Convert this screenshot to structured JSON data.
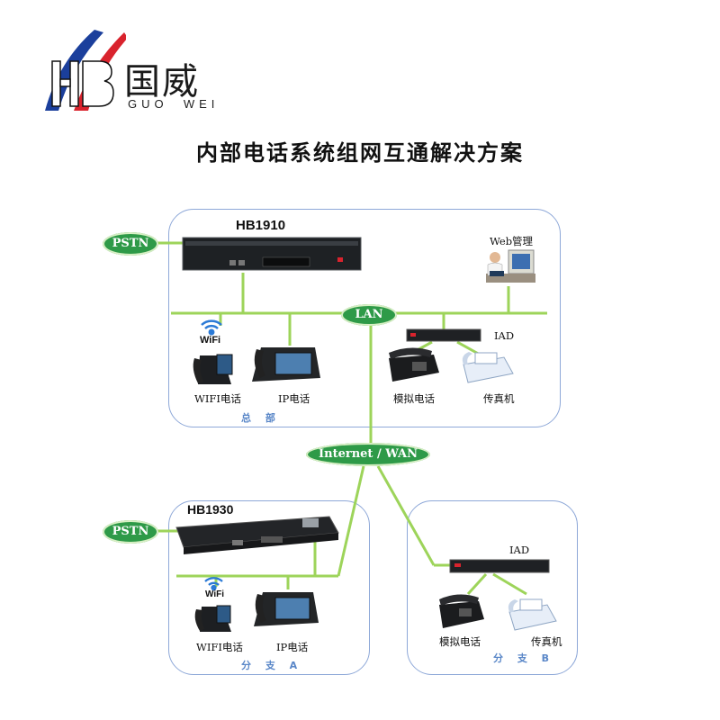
{
  "logo": {
    "cn": "国威",
    "en": "GUO  WEI"
  },
  "title": "内部电话系统组网互通解决方案",
  "headquarters": {
    "name": "总 部",
    "pbx": "HB1910",
    "pstn": "PSTN",
    "lan": "LAN",
    "web_mgmt": "Web管理",
    "wifi_text": "WiFi",
    "wifi_phone": "WIFI电话",
    "ip_phone": "IP电话",
    "iad": "IAD",
    "analog_phone": "模拟电话",
    "fax": "传真机"
  },
  "wan": "Internet / WAN",
  "branch_a": {
    "name": "分 支 A",
    "pbx": "HB1930",
    "pstn": "PSTN",
    "wifi_text": "WiFi",
    "wifi_phone": "WIFI电话",
    "ip_phone": "IP电话"
  },
  "branch_b": {
    "name": "分 支 B",
    "iad": "IAD",
    "analog_phone": "模拟电话",
    "fax": "传真机"
  },
  "colors": {
    "link": "#9dd45a",
    "region_border": "#8ea8d8",
    "cloud": "#2e9a48",
    "brand_red": "#d9232d",
    "brand_blue": "#1b3f9c"
  }
}
